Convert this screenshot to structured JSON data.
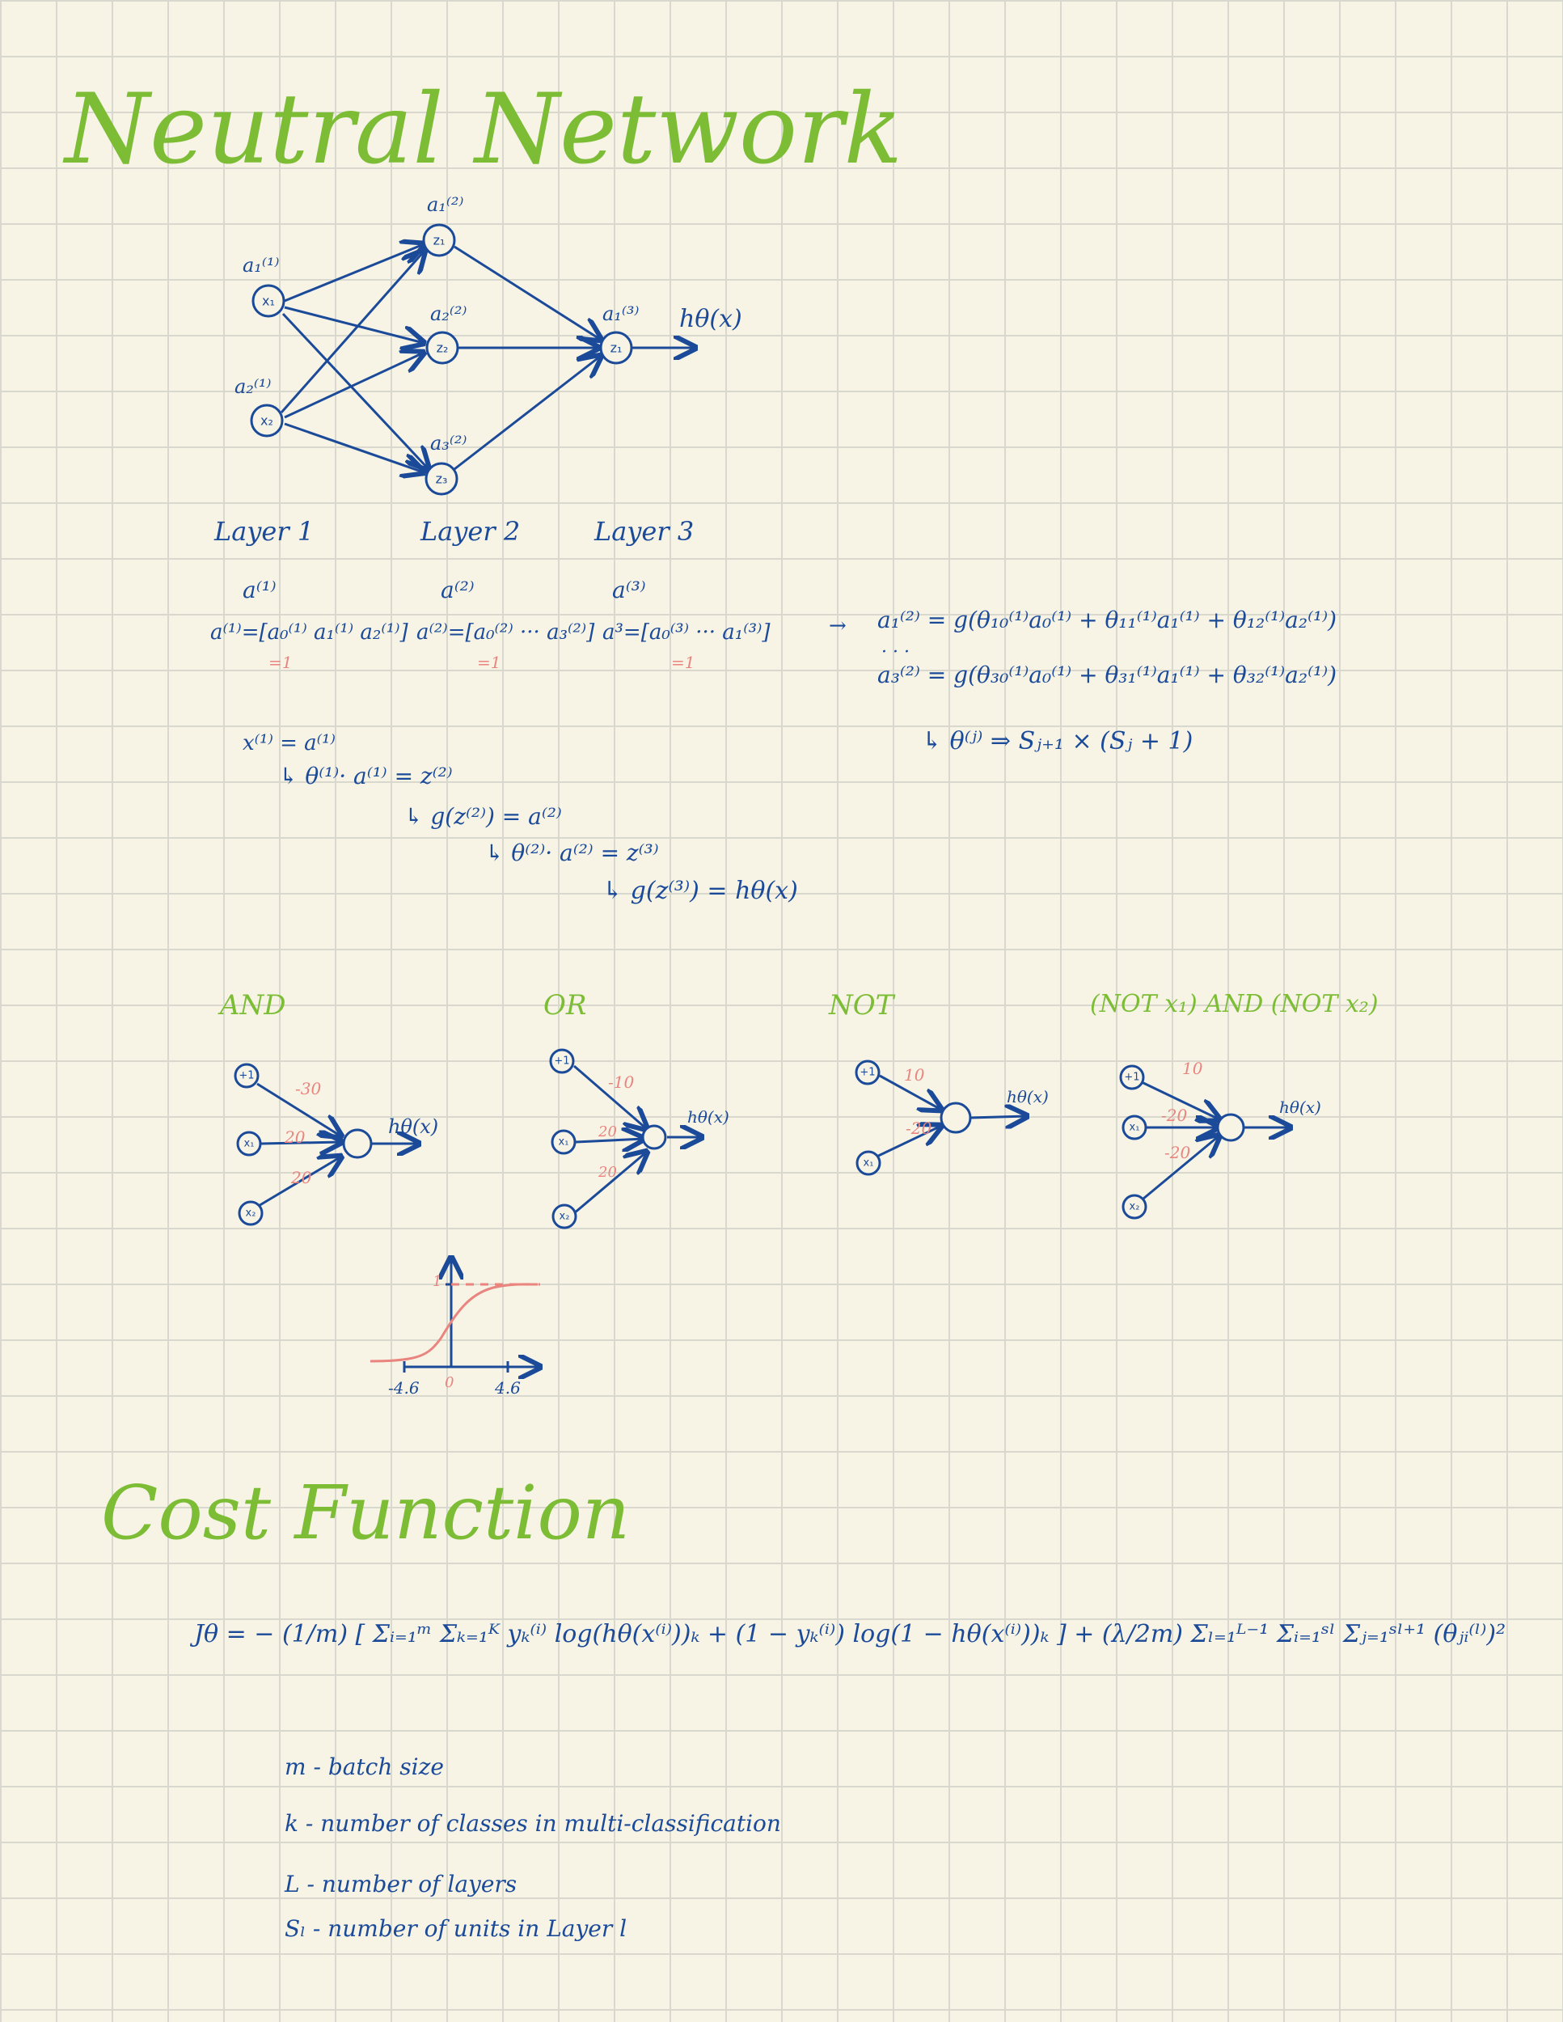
{
  "colors": {
    "title": "#7cbd35",
    "ink": "#1b4a99",
    "weight": "#e9847f",
    "grid": "#d8d8cf",
    "paper": "#f7f4e6"
  },
  "title": "Neutral Network",
  "network": {
    "labels": {
      "a11": "a₁⁽¹⁾",
      "a21": "a₂⁽¹⁾",
      "a12": "a₁⁽²⁾",
      "a22": "a₂⁽²⁾",
      "a32": "a₃⁽²⁾",
      "a13": "a₁⁽³⁾",
      "output": "hθ(x)"
    },
    "nodes": {
      "x1": "x₁",
      "x2": "x₂",
      "z1": "z₁",
      "z2": "z₂",
      "z3": "z₃",
      "z4": "z₁"
    },
    "layers": [
      "Layer 1",
      "Layer 2",
      "Layer 3"
    ]
  },
  "vectors": {
    "l1_head": "a⁽¹⁾",
    "l1_eq": "a⁽¹⁾=[a₀⁽¹⁾ a₁⁽¹⁾ a₂⁽¹⁾]",
    "l1_note": "=1",
    "l2_head": "a⁽²⁾",
    "l2_eq": "a⁽²⁾=[a₀⁽²⁾ ··· a₃⁽²⁾]",
    "l2_note": "=1",
    "l3_head": "a⁽³⁾",
    "l3_eq": "a³=[a₀⁽³⁾ ··· a₁⁽³⁾]",
    "l3_note": "=1"
  },
  "equations": {
    "arrow": "→",
    "eq1": "a₁⁽²⁾ = g(θ₁₀⁽¹⁾a₀⁽¹⁾ + θ₁₁⁽¹⁾a₁⁽¹⁾ + θ₁₂⁽¹⁾a₂⁽¹⁾)",
    "dots": "· · ·",
    "eq2": "a₃⁽²⁾ = g(θ₃₀⁽¹⁾a₀⁽¹⁾ + θ₃₁⁽¹⁾a₁⁽¹⁾ + θ₃₂⁽¹⁾a₂⁽¹⁾)",
    "eq3": "↳  θ⁽ʲ⁾ ⇒ Sⱼ₊₁ × (Sⱼ + 1)"
  },
  "forward": {
    "f1": "x⁽¹⁾ = a⁽¹⁾",
    "f2": "↳ θ⁽¹⁾· a⁽¹⁾ = z⁽²⁾",
    "f3": "↳ g(z⁽²⁾) = a⁽²⁾",
    "f4": "↳ θ⁽²⁾· a⁽²⁾ = z⁽³⁾",
    "f5": "↳ g(z⁽³⁾) = hθ(x)"
  },
  "gates": [
    {
      "title": "AND",
      "inputs": [
        "+1",
        "x₁",
        "x₂"
      ],
      "weights": [
        "-30",
        "20",
        "20"
      ],
      "output": "hθ(x)"
    },
    {
      "title": "OR",
      "inputs": [
        "+1",
        "x₁",
        "x₂"
      ],
      "weights": [
        "-10",
        "20",
        "20"
      ],
      "output": "hθ(x)"
    },
    {
      "title": "NOT",
      "inputs": [
        "+1",
        "x₁"
      ],
      "weights": [
        "10",
        "-20"
      ],
      "output": "hθ(x)"
    },
    {
      "title": "(NOT x₁) AND (NOT x₂)",
      "inputs": [
        "+1",
        "x₁",
        "x₂"
      ],
      "weights": [
        "10",
        "-20",
        "-20"
      ],
      "output": "hθ(x)"
    }
  ],
  "sigmoid": {
    "top": "1",
    "origin": "0",
    "left": "-4.6",
    "right": "4.6"
  },
  "cost": {
    "title": "Cost Function",
    "formula": "Jθ = − (1/m) [ Σᵢ₌₁ᵐ Σₖ₌₁ᴷ yₖ⁽ⁱ⁾ log(hθ(x⁽ⁱ⁾))ₖ + (1 − yₖ⁽ⁱ⁾) log(1 − hθ(x⁽ⁱ⁾))ₖ ] + (λ/2m) Σₗ₌₁ᴸ⁻¹ Σᵢ₌₁ˢˡ Σⱼ₌₁ˢˡ⁺¹ (θⱼᵢ⁽ˡ⁾)²",
    "notes": [
      "m - batch size",
      "k - number of classes in multi-classification",
      "L - number of layers",
      "Sₗ - number of units in Layer l"
    ]
  }
}
